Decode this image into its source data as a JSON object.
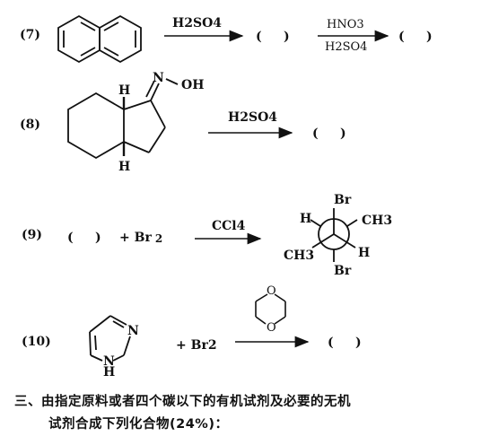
{
  "problems": [
    {
      "num": "(7)",
      "reagent1": "H2SO4",
      "answer1": "(     )",
      "reagent2_top": "HNO3",
      "reagent2_bottom": "H2SO4",
      "answer2": "(     )"
    },
    {
      "num": "(8)",
      "oh_label": "OH",
      "n_label": "N",
      "h_top": "H",
      "h_bottom": "H",
      "reagent": "H2SO4",
      "answer": "(     )"
    },
    {
      "num": "(9)",
      "blank": "(     )",
      "plus_reagent": "+ Br",
      "sub2": "2",
      "reagent": "CCl4",
      "newman": {
        "top": "Br",
        "bottom": "Br",
        "upper_left": "H",
        "upper_right": "CH3",
        "lower_left": "CH3",
        "lower_right": "H"
      }
    },
    {
      "num": "(10)",
      "n_label": "N",
      "nh_label": "N",
      "h_label": "H",
      "plus_reagent": "+ Br2",
      "reagent_ring_o_top": "O",
      "reagent_ring_o_bottom": "O",
      "answer": "(     )"
    }
  ],
  "footer": {
    "line1": "三、由指定原料或者四个碳以下的有机试剂及必要的无机",
    "line2": "试剂合成下列化合物(24%)："
  }
}
